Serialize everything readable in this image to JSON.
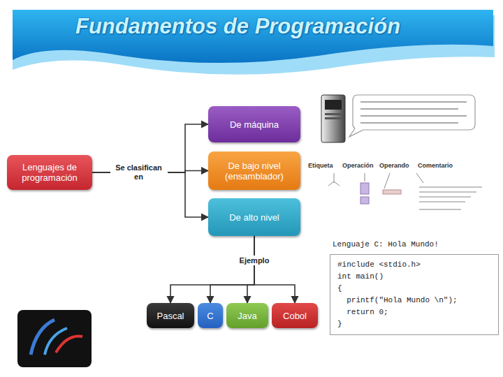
{
  "diagram": {
    "title": "Fundamentos de Programación",
    "nodes": [
      {
        "text": [
          "Lenguajes de programación"
        ]
      },
      {
        "text": [
          "De máquina"
        ]
      },
      {
        "text": [
          "De bajo nivel (ensamblador)"
        ]
      },
      {
        "text": [
          "De alto nivel"
        ]
      },
      {
        "text": [
          "Pascal"
        ]
      },
      {
        "text": [
          "C"
        ]
      },
      {
        "text": [
          "Java"
        ]
      },
      {
        "text": [
          "Cobol"
        ]
      },
      {
        "text": [
          "Lenguaje C: Hola Mundo!",
          "#include <stdio.h>",
          "int main()",
          "{",
          "  printf(\"Hola Mundo \\n\");",
          "  return 0;",
          "}"
        ]
      }
    ],
    "edges": [
      {
        "from": 0,
        "to": 1,
        "arrow": "to"
      },
      {
        "from": 0,
        "to": 2,
        "label": "Se clasifican en",
        "arrow": "to"
      },
      {
        "from": 0,
        "to": 3,
        "arrow": "to"
      },
      {
        "from": 3,
        "to": 4,
        "arrow": "to"
      },
      {
        "from": 3,
        "to": 5,
        "arrow": "to"
      },
      {
        "from": 3,
        "to": 6,
        "label": "Ejemplo",
        "arrow": "to"
      },
      {
        "from": 3,
        "to": 7,
        "arrow": "to"
      }
    ],
    "labels": [
      "Etiqueta",
      "Operación",
      "Operando",
      "Comentario"
    ]
  }
}
